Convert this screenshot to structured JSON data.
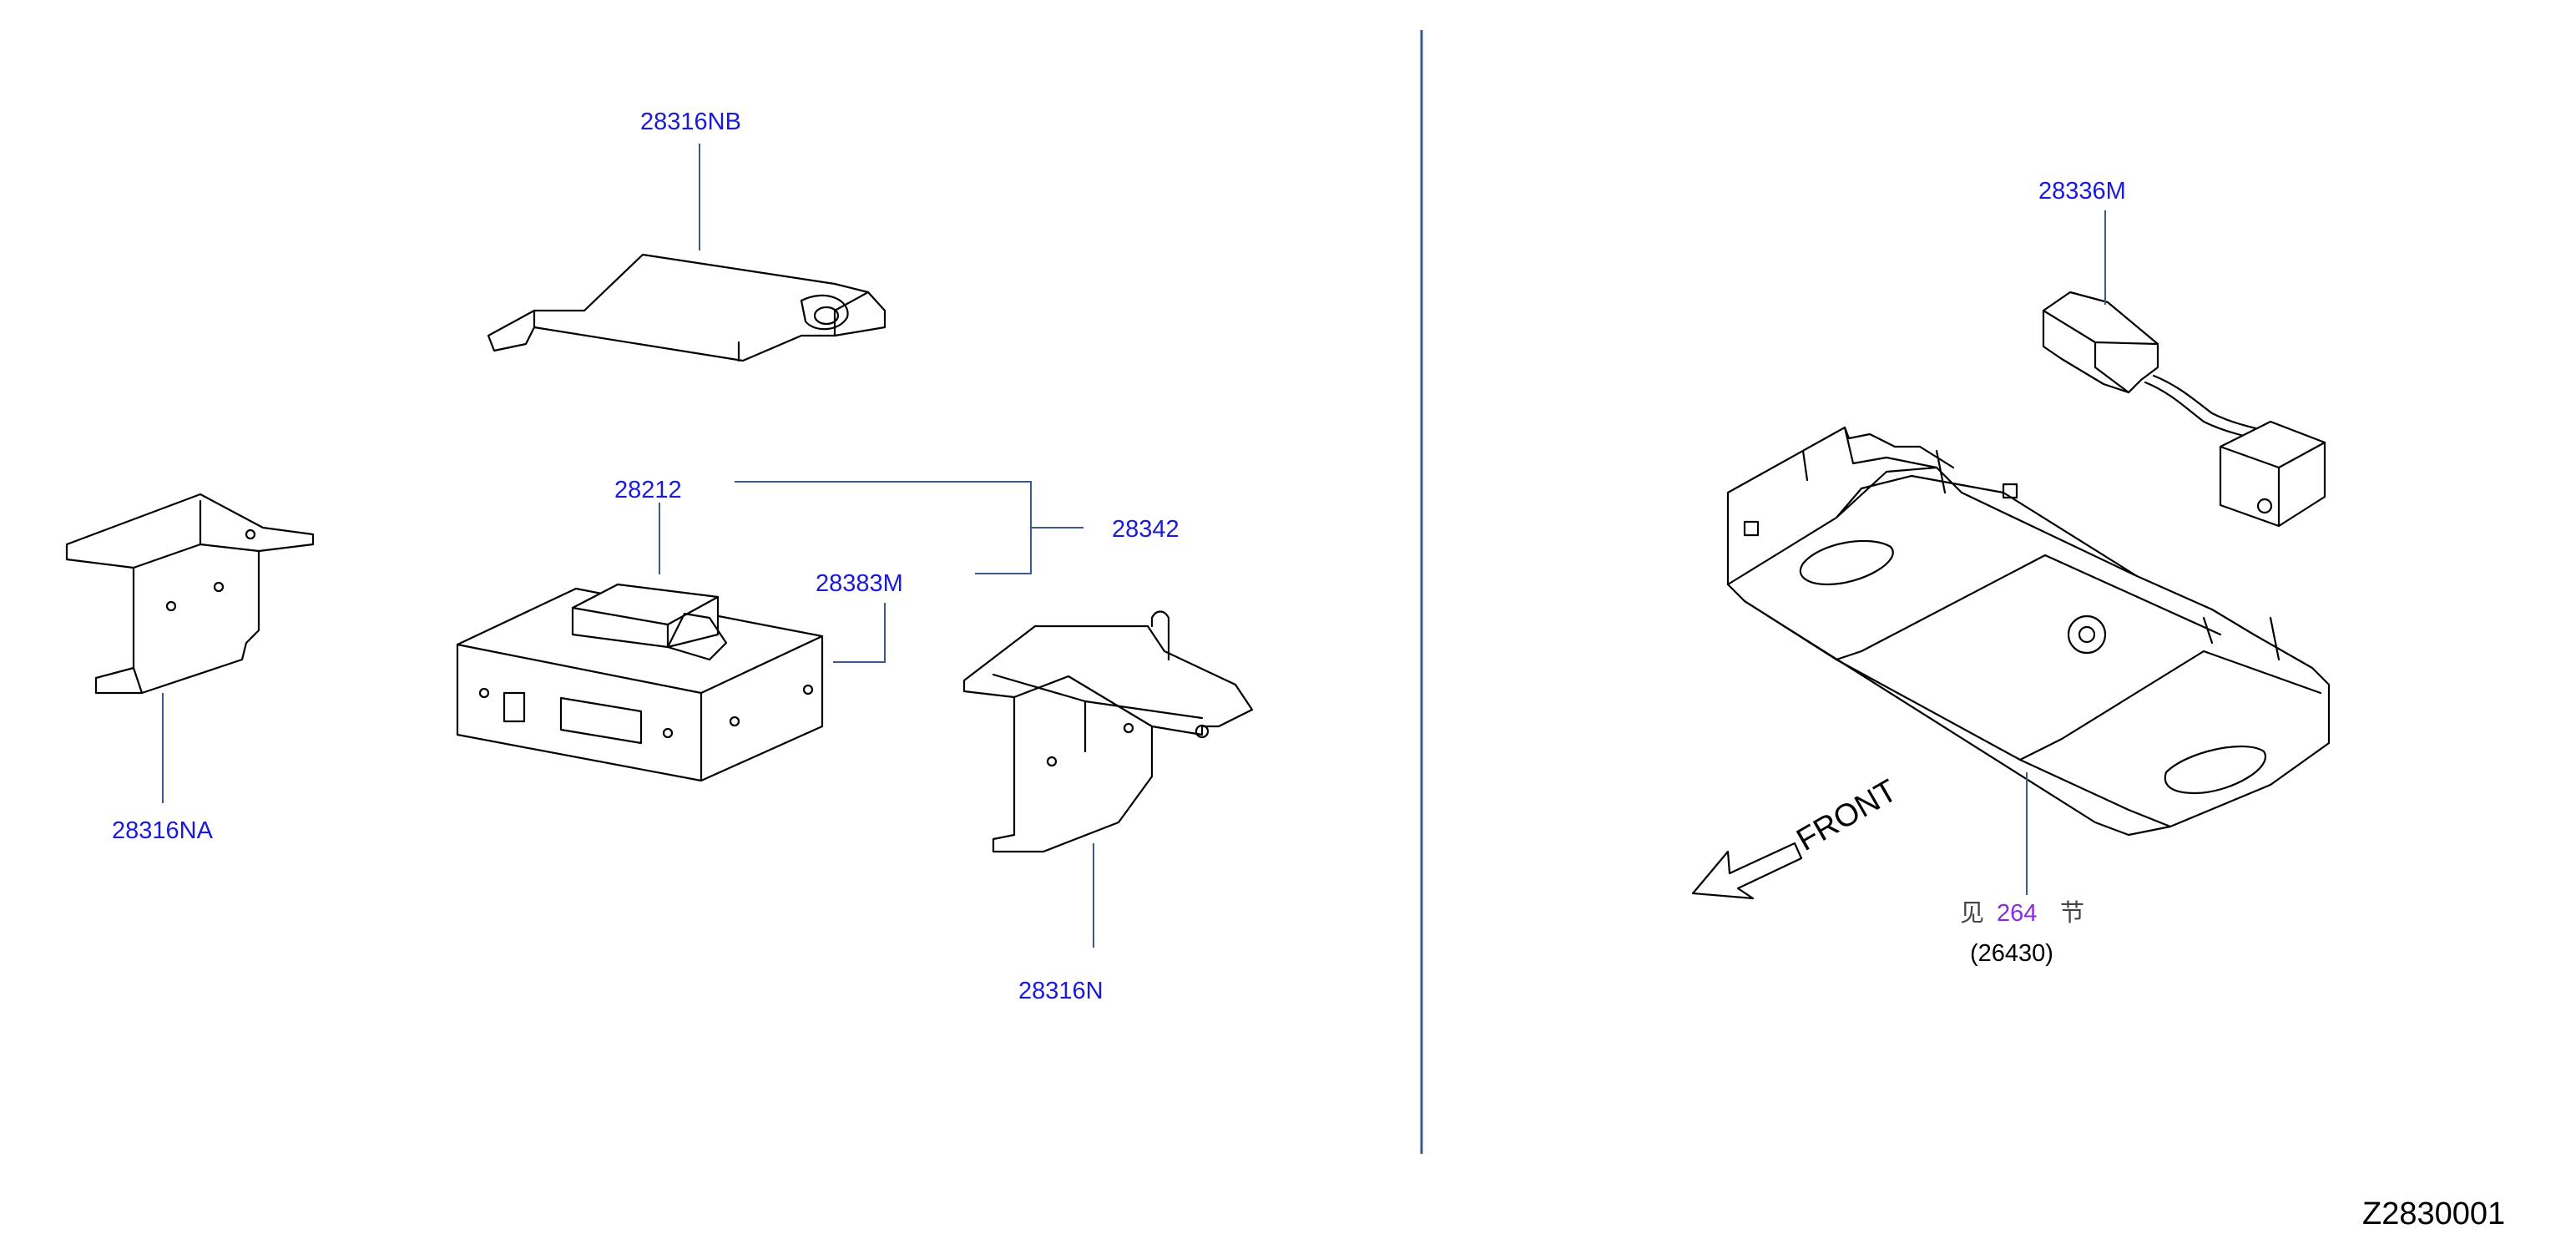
{
  "callouts": {
    "p28316NB": "28316NB",
    "p28212": "28212",
    "p28342": "28342",
    "p28383M": "28383M",
    "p28316NA": "28316NA",
    "p28316N": "28316N",
    "p28336M": "28336M"
  },
  "see_section": {
    "prefix": "见",
    "link": "264",
    "suffix": "节",
    "ref": "(26430)"
  },
  "front_label": "FRONT",
  "diagram_id": "Z2830001",
  "colors": {
    "callout": "#1a1adb",
    "link": "#8a2be2",
    "leader": "#3a5a8c",
    "line": "#000000"
  }
}
